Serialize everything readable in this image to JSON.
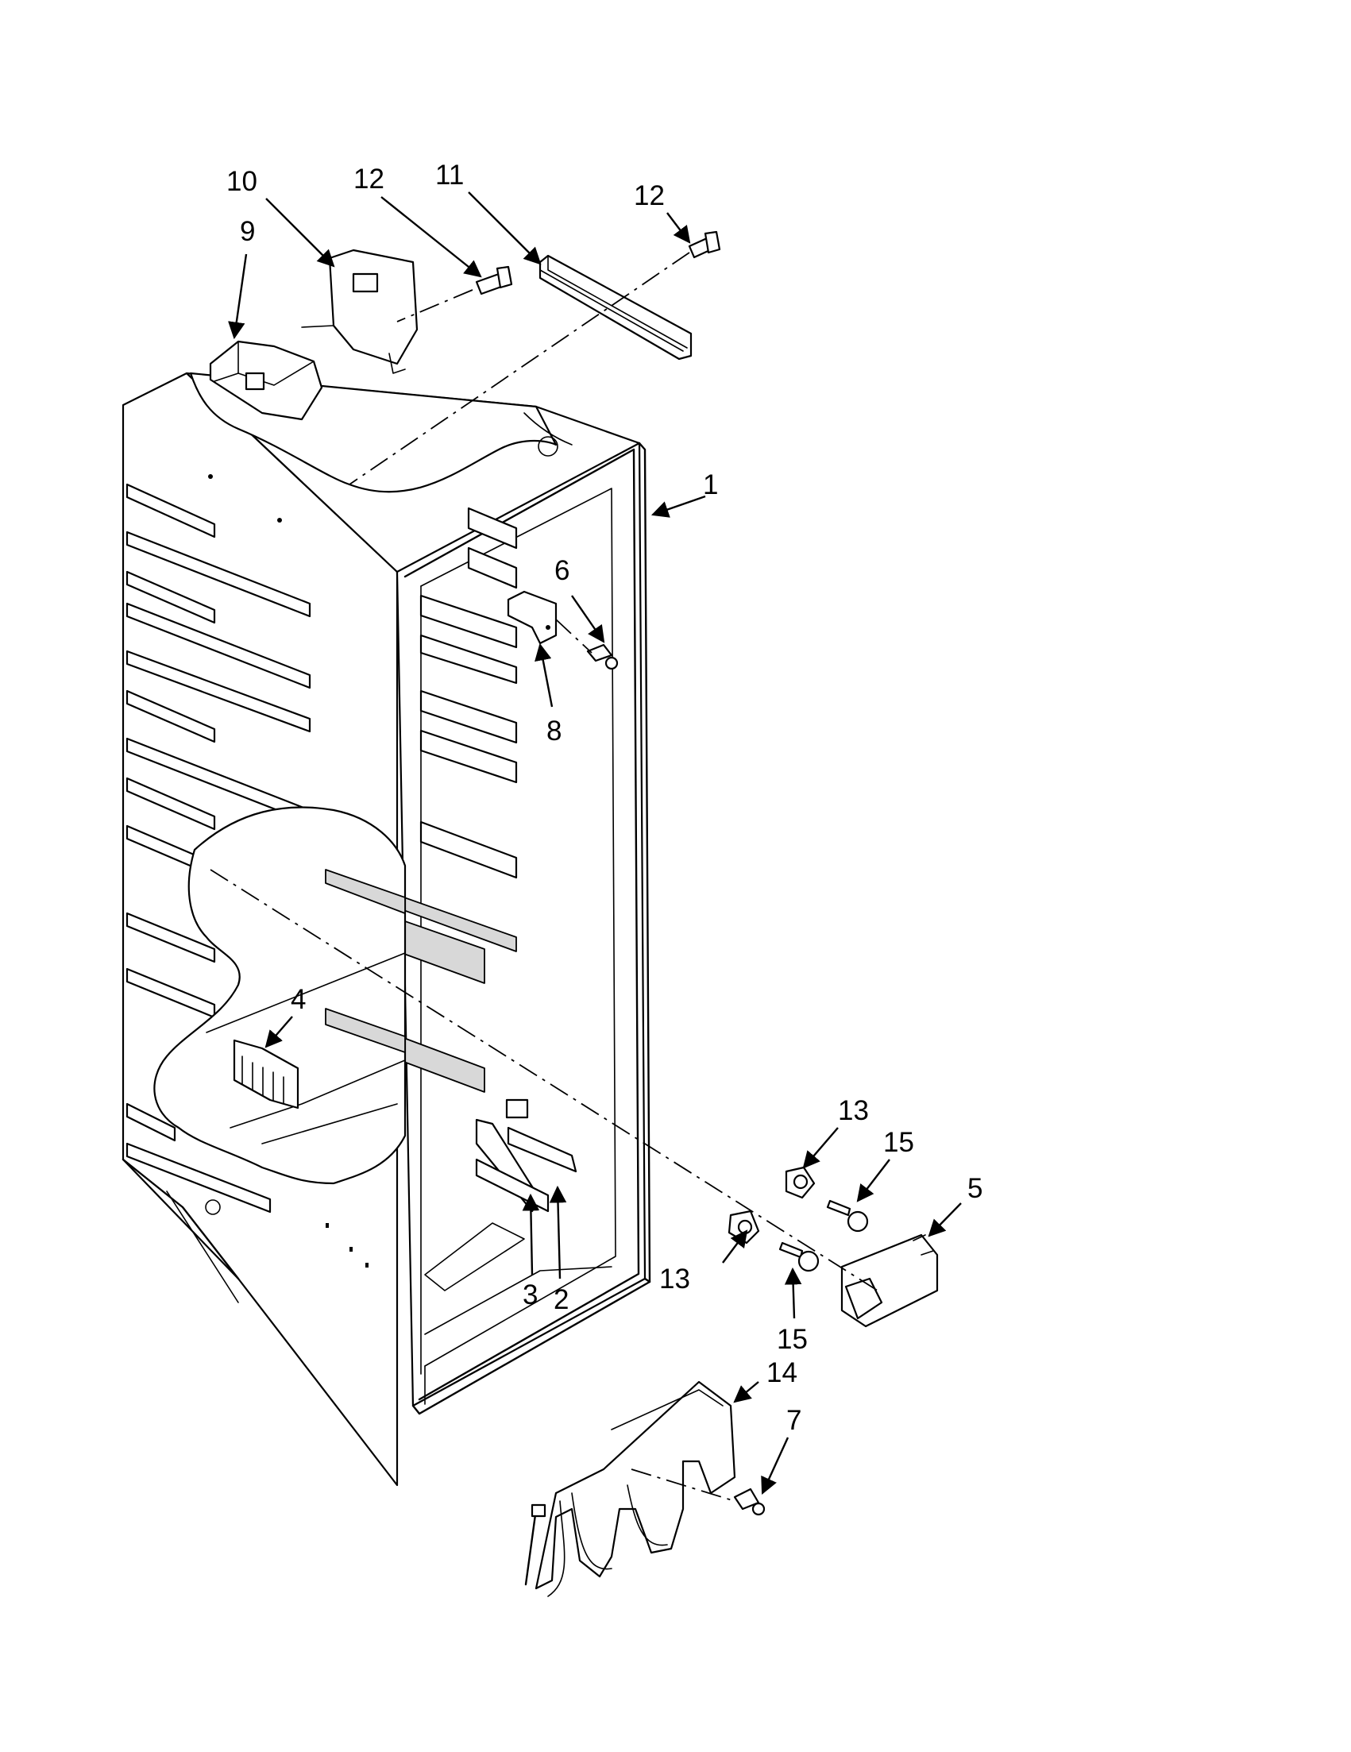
{
  "diagram": {
    "callouts": [
      {
        "id": "c1",
        "label": "1"
      },
      {
        "id": "c2",
        "label": "2"
      },
      {
        "id": "c3",
        "label": "3"
      },
      {
        "id": "c4",
        "label": "4"
      },
      {
        "id": "c5",
        "label": "5"
      },
      {
        "id": "c6",
        "label": "6"
      },
      {
        "id": "c7",
        "label": "7"
      },
      {
        "id": "c8",
        "label": "8"
      },
      {
        "id": "c9",
        "label": "9"
      },
      {
        "id": "c10",
        "label": "10"
      },
      {
        "id": "c11",
        "label": "11"
      },
      {
        "id": "c12a",
        "label": "12"
      },
      {
        "id": "c12b",
        "label": "12"
      },
      {
        "id": "c13a",
        "label": "13"
      },
      {
        "id": "c13b",
        "label": "13"
      },
      {
        "id": "c14",
        "label": "14"
      },
      {
        "id": "c15a",
        "label": "15"
      },
      {
        "id": "c15b",
        "label": "15"
      }
    ]
  }
}
